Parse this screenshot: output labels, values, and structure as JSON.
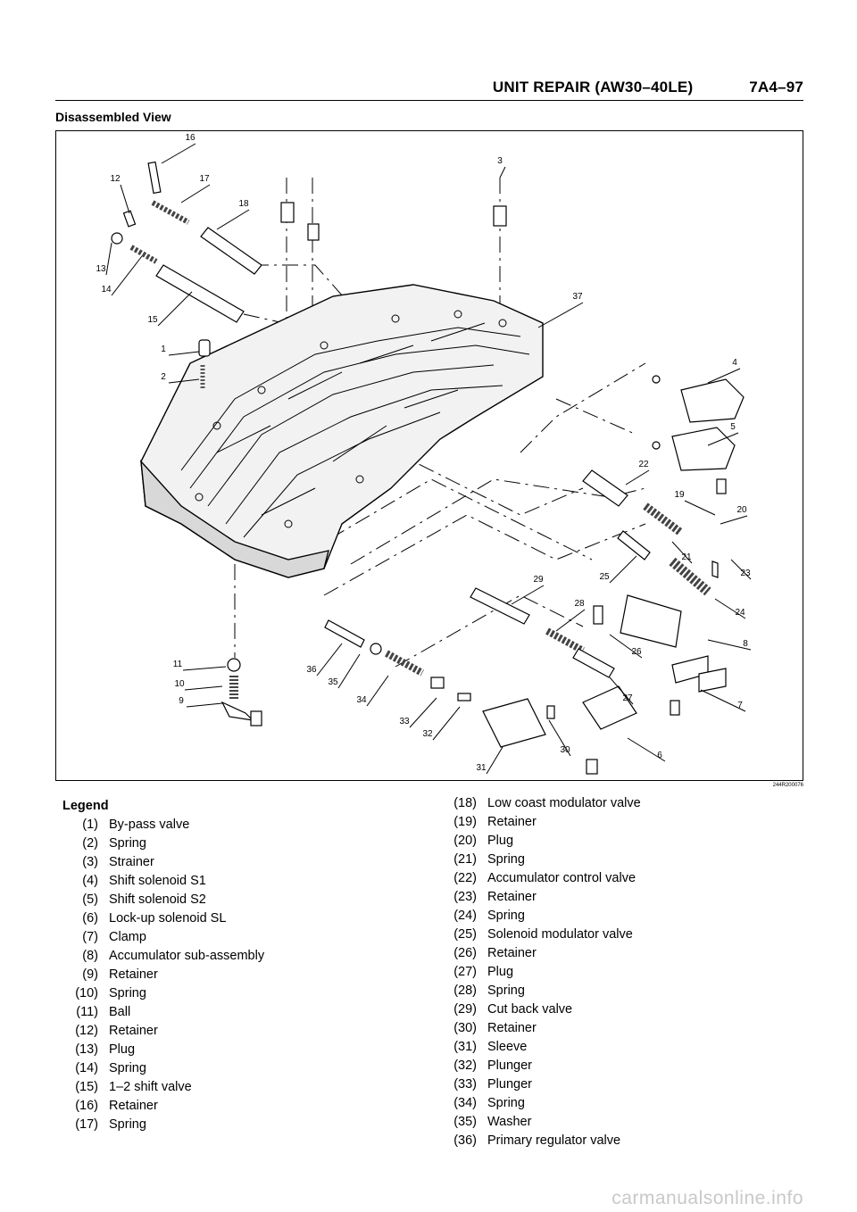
{
  "header": {
    "title": "UNIT REPAIR (AW30–40LE)",
    "page": "7A4–97"
  },
  "section_title": "Disassembled View",
  "figure": {
    "code": "244R200076",
    "callouts": [
      "1",
      "2",
      "3",
      "4",
      "5",
      "6",
      "7",
      "8",
      "9",
      "10",
      "11",
      "12",
      "13",
      "14",
      "15",
      "16",
      "17",
      "18",
      "19",
      "20",
      "21",
      "22",
      "23",
      "24",
      "25",
      "26",
      "27",
      "28",
      "29",
      "30",
      "31",
      "32",
      "33",
      "34",
      "35",
      "36",
      "37"
    ]
  },
  "legend": {
    "title": "Legend",
    "left": [
      {
        "num": "(1)",
        "label": "By-pass valve"
      },
      {
        "num": "(2)",
        "label": "Spring"
      },
      {
        "num": "(3)",
        "label": "Strainer"
      },
      {
        "num": "(4)",
        "label": "Shift solenoid S1"
      },
      {
        "num": "(5)",
        "label": "Shift solenoid S2"
      },
      {
        "num": "(6)",
        "label": "Lock-up solenoid SL"
      },
      {
        "num": "(7)",
        "label": "Clamp"
      },
      {
        "num": "(8)",
        "label": "Accumulator sub-assembly"
      },
      {
        "num": "(9)",
        "label": "Retainer"
      },
      {
        "num": "(10)",
        "label": "Spring"
      },
      {
        "num": "(11)",
        "label": "Ball"
      },
      {
        "num": "(12)",
        "label": "Retainer"
      },
      {
        "num": "(13)",
        "label": "Plug"
      },
      {
        "num": "(14)",
        "label": "Spring"
      },
      {
        "num": "(15)",
        "label": "1–2 shift valve"
      },
      {
        "num": "(16)",
        "label": "Retainer"
      },
      {
        "num": "(17)",
        "label": "Spring"
      }
    ],
    "right": [
      {
        "num": "(18)",
        "label": "Low coast modulator valve"
      },
      {
        "num": "(19)",
        "label": "Retainer"
      },
      {
        "num": "(20)",
        "label": "Plug"
      },
      {
        "num": "(21)",
        "label": "Spring"
      },
      {
        "num": "(22)",
        "label": "Accumulator control valve"
      },
      {
        "num": "(23)",
        "label": "Retainer"
      },
      {
        "num": "(24)",
        "label": "Spring"
      },
      {
        "num": "(25)",
        "label": "Solenoid modulator valve"
      },
      {
        "num": "(26)",
        "label": "Retainer"
      },
      {
        "num": "(27)",
        "label": "Plug"
      },
      {
        "num": "(28)",
        "label": "Spring"
      },
      {
        "num": "(29)",
        "label": "Cut back valve"
      },
      {
        "num": "(30)",
        "label": "Retainer"
      },
      {
        "num": "(31)",
        "label": "Sleeve"
      },
      {
        "num": "(32)",
        "label": "Plunger"
      },
      {
        "num": "(33)",
        "label": "Plunger"
      },
      {
        "num": "(34)",
        "label": "Spring"
      },
      {
        "num": "(35)",
        "label": "Washer"
      },
      {
        "num": "(36)",
        "label": "Primary regulator valve"
      }
    ]
  },
  "watermark": "carmanualsonline.info"
}
